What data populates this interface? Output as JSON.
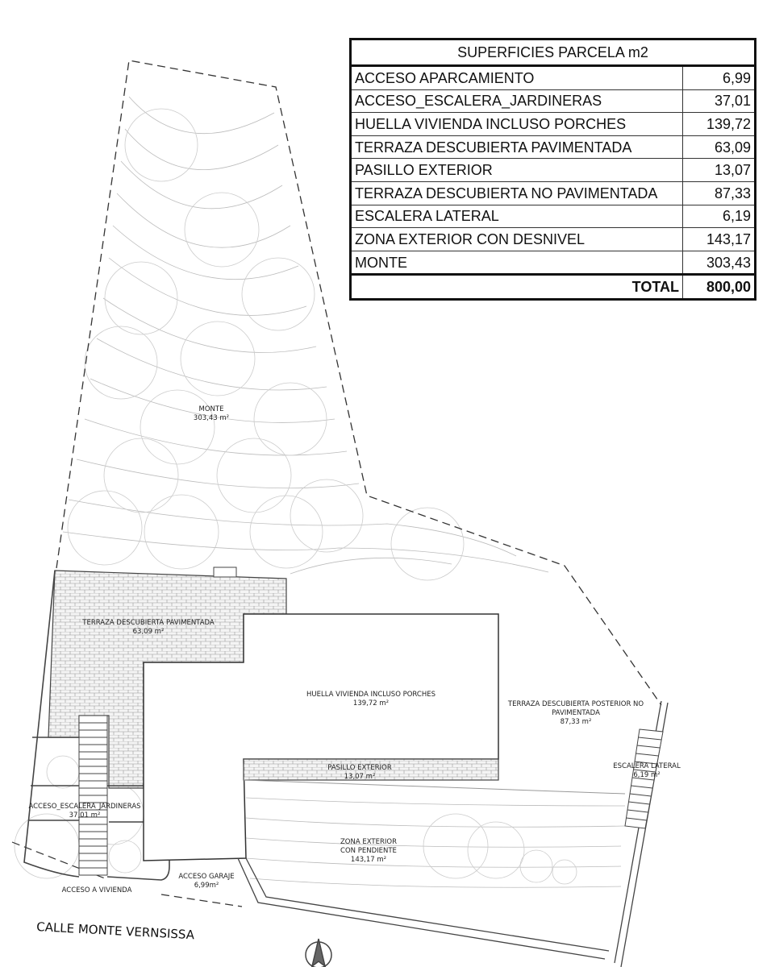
{
  "table": {
    "title": "SUPERFICIES PARCELA m2",
    "rows": [
      {
        "label": "ACCESO APARCAMIENTO",
        "value": "6,99"
      },
      {
        "label": "ACCESO_ESCALERA_JARDINERAS",
        "value": "37,01"
      },
      {
        "label": "HUELLA VIVIENDA INCLUSO PORCHES",
        "value": "139,72"
      },
      {
        "label": "TERRAZA DESCUBIERTA PAVIMENTADA",
        "value": "63,09"
      },
      {
        "label": "PASILLO EXTERIOR",
        "value": "13,07"
      },
      {
        "label": "TERRAZA DESCUBIERTA NO PAVIMENTADA",
        "value": "87,33"
      },
      {
        "label": "ESCALERA LATERAL",
        "value": "6,19"
      },
      {
        "label": "ZONA EXTERIOR CON DESNIVEL",
        "value": "143,17"
      },
      {
        "label": "MONTE",
        "value": "303,43"
      }
    ],
    "total_label": "TOTAL",
    "total_value": "800,00"
  },
  "plan": {
    "monte": {
      "name": "MONTE",
      "area": "303,43 m²"
    },
    "terraza_pav": {
      "name": "TERRAZA DESCUBIERTA PAVIMENTADA",
      "area": "63,09 m²"
    },
    "huella": {
      "name": "HUELLA VIVIENDA INCLUSO PORCHES",
      "area": "139,72 m²"
    },
    "terraza_post": {
      "name1": "TERRAZA DESCUBIERTA POSTERIOR NO",
      "name2": "PAVIMENTADA",
      "area": "87,33 m²"
    },
    "pasillo": {
      "name": "PASILLO EXTERIOR",
      "area": "13,07 m²"
    },
    "escalera_lat": {
      "name": "ESCALERA LATERAL",
      "area": "6,19 m²"
    },
    "acceso_esc": {
      "name": "ACCESO_ESCALERA_JARDINERAS",
      "area": "37,01 m²"
    },
    "zona_ext": {
      "name1": "ZONA EXTERIOR",
      "name2": "CON PENDIENTE",
      "area": "143,17 m²"
    },
    "acceso_garaje": {
      "name": "ACCESO GARAJE",
      "area": "6,99m²"
    },
    "acceso_vivienda": "ACCESO A VIVIENDA",
    "street": "CALLE MONTE VERNSISSA",
    "north_icon": "north-arrow-icon"
  }
}
